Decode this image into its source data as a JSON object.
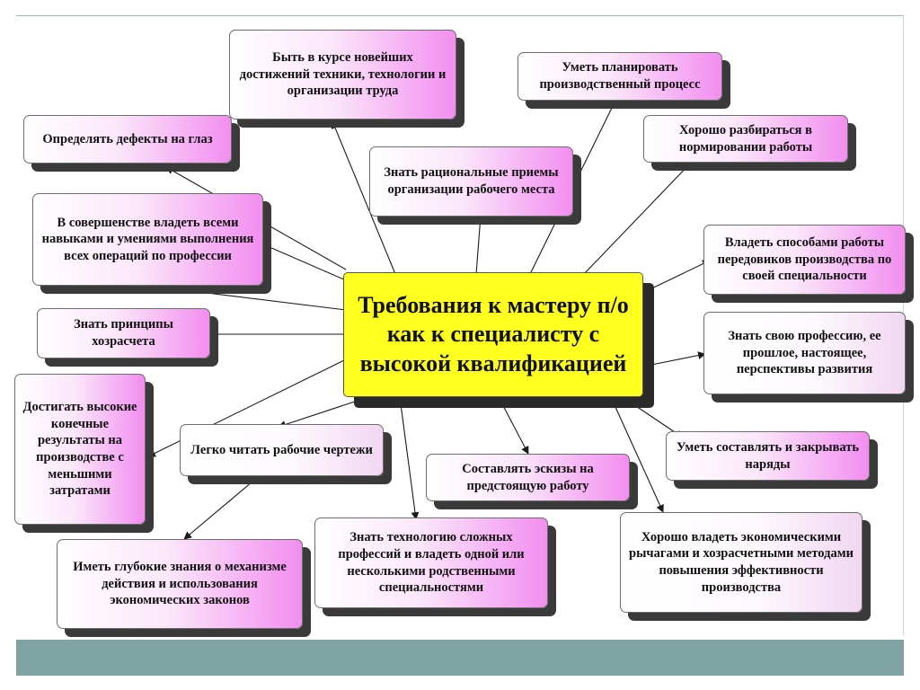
{
  "center": {
    "text": "Требования к мастеру п/о как к специалисту с высокой квалификацией"
  },
  "nodes": {
    "keep_up": "Быть в курсе новейших достижений техники, технологии и организации труда",
    "plan": "Уметь планировать производственный процесс",
    "defects": "Определять дефекты на глаз",
    "norming": "Хорошо разбираться в нормировании работы",
    "rational": "Знать рациональные приемы организации рабочего места",
    "skills": "В совершенстве владеть всеми навыками и умениями выполнения всех операций по профессии",
    "advanced": "Владеть способами работы передовиков производства по своей специальности",
    "accounting": "Знать принципы хозрасчета",
    "profession": "Знать свою профессию, ее прошлое, настоящее, перспективы развития",
    "results": "Достигать высокие конечные результаты на производстве с меньшими затратами",
    "drawings": "Легко читать рабочие чертежи",
    "orders": "Уметь составлять и закрывать наряды",
    "sketches": "Составлять эскизы на предстоящую работу",
    "technology": "Знать технологию сложных профессий и владеть одной или несколькими родственными специальностями",
    "economic_levers": "Хорошо владеть экономическими рычагами и хозрасчетными методами повышения эффективности производства",
    "economic_laws": "Иметь глубокие знания о механизме действия и использования экономических законов"
  }
}
